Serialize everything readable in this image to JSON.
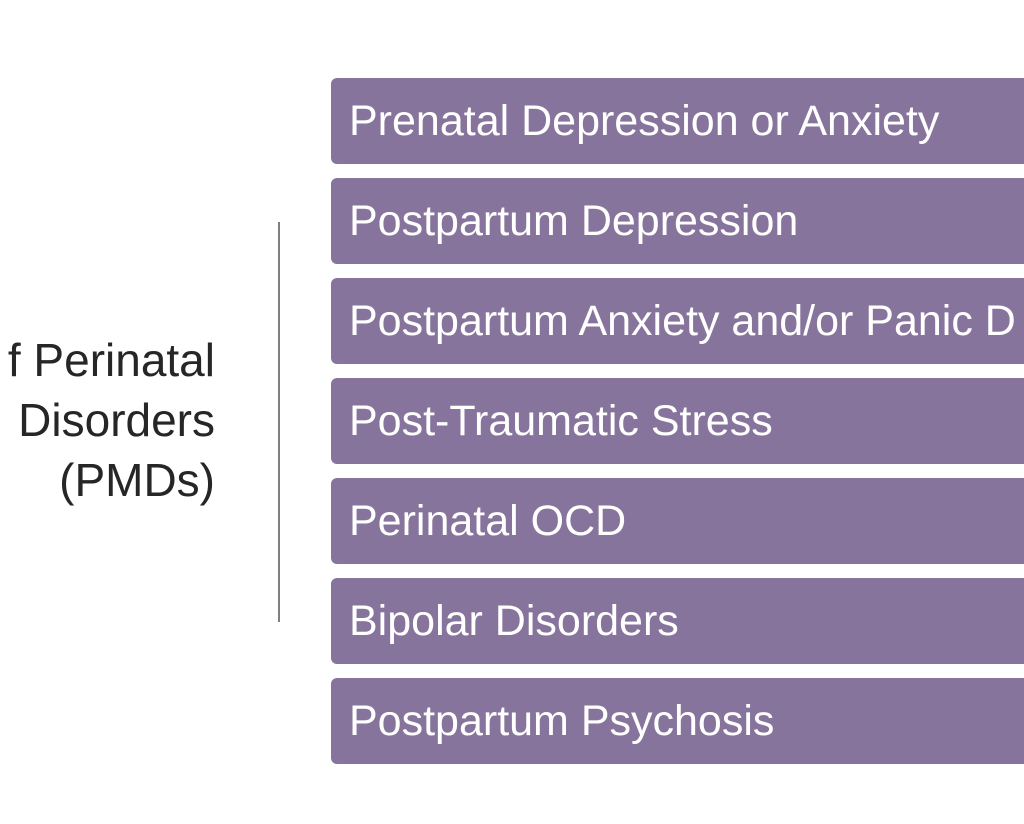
{
  "title": {
    "lines": [
      "f Perinatal",
      "Disorders",
      "(PMDs)"
    ]
  },
  "items": [
    {
      "label": "Prenatal Depression or Anxiety"
    },
    {
      "label": "Postpartum Depression"
    },
    {
      "label": "Postpartum Anxiety and/or Panic D"
    },
    {
      "label": "Post-Traumatic Stress"
    },
    {
      "label": "Perinatal OCD"
    },
    {
      "label": "Bipolar Disorders"
    },
    {
      "label": "Postpartum Psychosis"
    }
  ],
  "colors": {
    "item_fill": "#87749d",
    "item_text": "#ffffff",
    "title_text": "#262626",
    "divider": "#7f7f7f"
  }
}
